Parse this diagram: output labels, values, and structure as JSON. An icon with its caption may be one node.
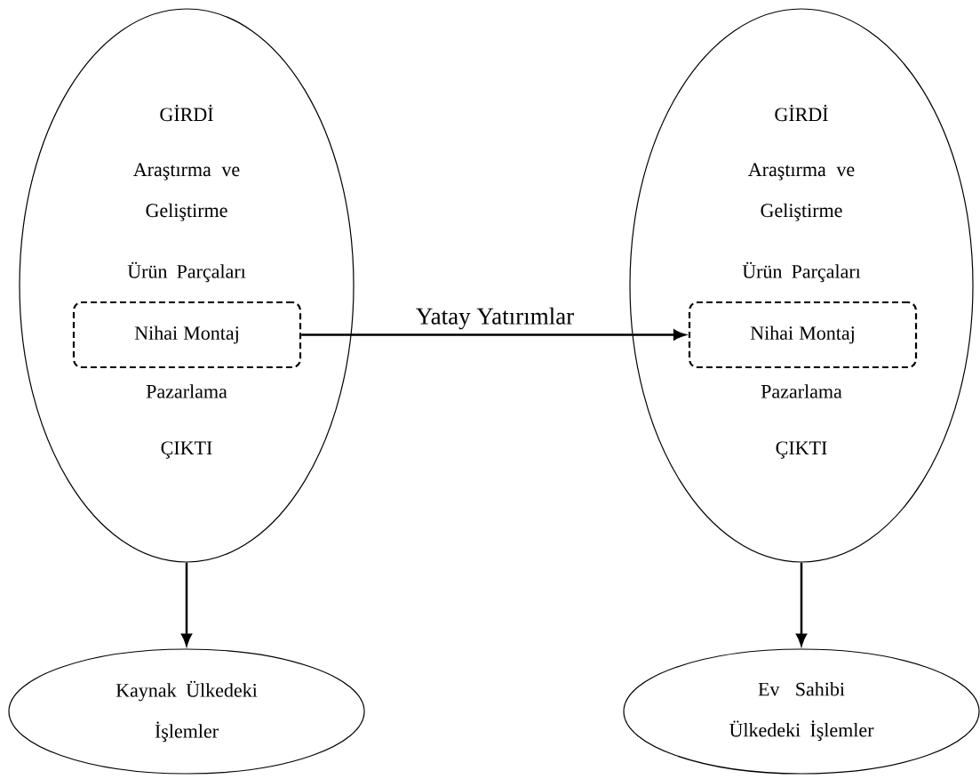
{
  "diagram": {
    "nodes": [
      {
        "text": [
          "GİRDİ",
          "Araştırma ve Geliştirme",
          "Ürün Parçaları",
          "Pazarlama",
          "ÇIKTI"
        ]
      },
      {
        "text": [
          "Nihai Montaj"
        ],
        "in": 0
      },
      {
        "text": [
          "GİRDİ",
          "Araştırma ve Geliştirme",
          "Ürün Parçaları",
          "Pazarlama",
          "ÇIKTI"
        ]
      },
      {
        "text": [
          "Nihai Montaj"
        ],
        "in": 2
      },
      {
        "text": [
          "Kaynak Ülkedeki İşlemler"
        ]
      },
      {
        "text": [
          "Ev Sahibi Ülkedeki İşlemler"
        ]
      }
    ],
    "edges": [
      {
        "from": 1,
        "to": 3,
        "arrow": "to",
        "label": "Yatay Yatırımlar"
      },
      {
        "from": 0,
        "to": 4,
        "arrow": "to"
      },
      {
        "from": 2,
        "to": 5,
        "arrow": "to"
      }
    ]
  }
}
